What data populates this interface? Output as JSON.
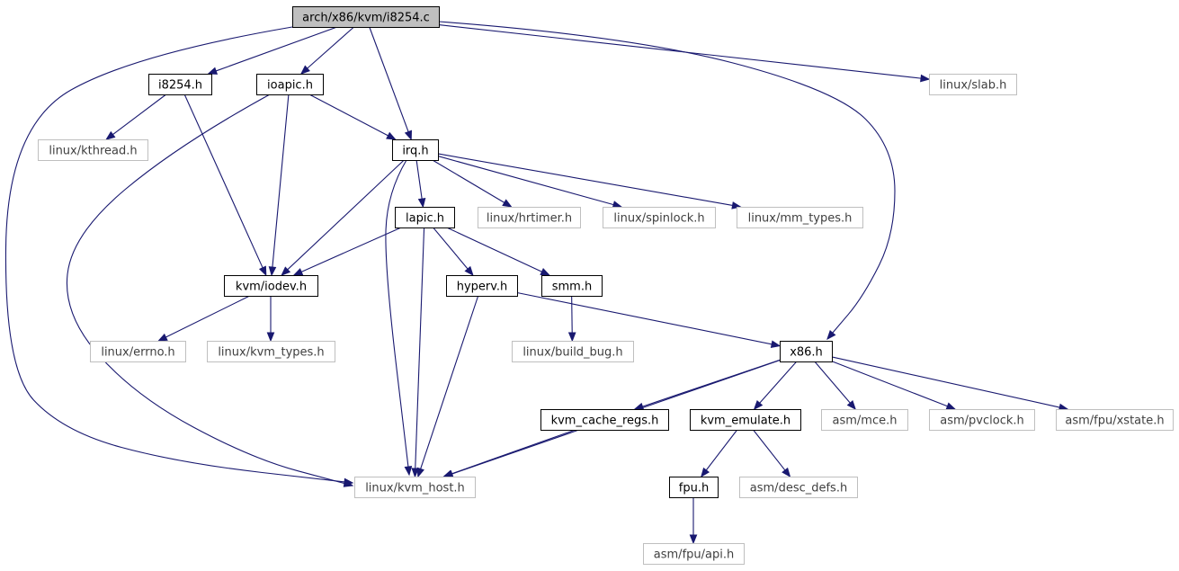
{
  "graph": {
    "colors": {
      "edge": "#191970",
      "root_fill": "#bfbfbf",
      "node_border": "#000000",
      "external_border": "#bfbfbf",
      "external_text": "#3f3f3f"
    },
    "nodes": [
      {
        "id": "i8254_c",
        "label": "arch/x86/kvm/i8254.c",
        "kind": "root"
      },
      {
        "id": "i8254_h",
        "label": "i8254.h",
        "kind": "normal"
      },
      {
        "id": "ioapic_h",
        "label": "ioapic.h",
        "kind": "normal"
      },
      {
        "id": "linux_slab",
        "label": "linux/slab.h",
        "kind": "external"
      },
      {
        "id": "linux_kthread",
        "label": "linux/kthread.h",
        "kind": "external"
      },
      {
        "id": "irq_h",
        "label": "irq.h",
        "kind": "normal"
      },
      {
        "id": "lapic_h",
        "label": "lapic.h",
        "kind": "normal"
      },
      {
        "id": "linux_hrtimer",
        "label": "linux/hrtimer.h",
        "kind": "external"
      },
      {
        "id": "linux_spinlock",
        "label": "linux/spinlock.h",
        "kind": "external"
      },
      {
        "id": "linux_mm_types",
        "label": "linux/mm_types.h",
        "kind": "external"
      },
      {
        "id": "kvm_iodev",
        "label": "kvm/iodev.h",
        "kind": "normal"
      },
      {
        "id": "hyperv_h",
        "label": "hyperv.h",
        "kind": "normal"
      },
      {
        "id": "smm_h",
        "label": "smm.h",
        "kind": "normal"
      },
      {
        "id": "linux_errno",
        "label": "linux/errno.h",
        "kind": "external"
      },
      {
        "id": "linux_kvm_types",
        "label": "linux/kvm_types.h",
        "kind": "external"
      },
      {
        "id": "linux_build_bug",
        "label": "linux/build_bug.h",
        "kind": "external"
      },
      {
        "id": "x86_h",
        "label": "x86.h",
        "kind": "normal"
      },
      {
        "id": "kvm_cache_regs",
        "label": "kvm_cache_regs.h",
        "kind": "normal"
      },
      {
        "id": "kvm_emulate",
        "label": "kvm_emulate.h",
        "kind": "normal"
      },
      {
        "id": "asm_mce",
        "label": "asm/mce.h",
        "kind": "external"
      },
      {
        "id": "asm_pvclock",
        "label": "asm/pvclock.h",
        "kind": "external"
      },
      {
        "id": "asm_fpu_xstate",
        "label": "asm/fpu/xstate.h",
        "kind": "external"
      },
      {
        "id": "linux_kvm_host",
        "label": "linux/kvm_host.h",
        "kind": "external"
      },
      {
        "id": "fpu_h",
        "label": "fpu.h",
        "kind": "normal"
      },
      {
        "id": "asm_desc_defs",
        "label": "asm/desc_defs.h",
        "kind": "external"
      },
      {
        "id": "asm_fpu_api",
        "label": "asm/fpu/api.h",
        "kind": "external"
      }
    ],
    "edges": [
      {
        "from": "i8254_c",
        "to": "i8254_h"
      },
      {
        "from": "i8254_c",
        "to": "ioapic_h"
      },
      {
        "from": "i8254_c",
        "to": "irq_h"
      },
      {
        "from": "i8254_c",
        "to": "linux_slab"
      },
      {
        "from": "i8254_c",
        "to": "x86_h"
      },
      {
        "from": "i8254_c",
        "to": "linux_kvm_host"
      },
      {
        "from": "i8254_h",
        "to": "linux_kthread"
      },
      {
        "from": "i8254_h",
        "to": "kvm_iodev"
      },
      {
        "from": "ioapic_h",
        "to": "irq_h"
      },
      {
        "from": "ioapic_h",
        "to": "kvm_iodev"
      },
      {
        "from": "ioapic_h",
        "to": "linux_kvm_host"
      },
      {
        "from": "irq_h",
        "to": "lapic_h"
      },
      {
        "from": "irq_h",
        "to": "linux_hrtimer"
      },
      {
        "from": "irq_h",
        "to": "linux_spinlock"
      },
      {
        "from": "irq_h",
        "to": "linux_mm_types"
      },
      {
        "from": "irq_h",
        "to": "kvm_iodev"
      },
      {
        "from": "irq_h",
        "to": "linux_kvm_host"
      },
      {
        "from": "lapic_h",
        "to": "kvm_iodev"
      },
      {
        "from": "lapic_h",
        "to": "hyperv_h"
      },
      {
        "from": "lapic_h",
        "to": "smm_h"
      },
      {
        "from": "lapic_h",
        "to": "linux_kvm_host"
      },
      {
        "from": "kvm_iodev",
        "to": "linux_errno"
      },
      {
        "from": "kvm_iodev",
        "to": "linux_kvm_types"
      },
      {
        "from": "hyperv_h",
        "to": "x86_h"
      },
      {
        "from": "hyperv_h",
        "to": "linux_kvm_host"
      },
      {
        "from": "smm_h",
        "to": "linux_build_bug"
      },
      {
        "from": "x86_h",
        "to": "kvm_cache_regs"
      },
      {
        "from": "x86_h",
        "to": "kvm_emulate"
      },
      {
        "from": "x86_h",
        "to": "asm_mce"
      },
      {
        "from": "x86_h",
        "to": "asm_pvclock"
      },
      {
        "from": "x86_h",
        "to": "asm_fpu_xstate"
      },
      {
        "from": "x86_h",
        "to": "linux_kvm_host"
      },
      {
        "from": "kvm_cache_regs",
        "to": "linux_kvm_host"
      },
      {
        "from": "kvm_emulate",
        "to": "fpu_h"
      },
      {
        "from": "kvm_emulate",
        "to": "asm_desc_defs"
      },
      {
        "from": "fpu_h",
        "to": "asm_fpu_api"
      }
    ]
  }
}
